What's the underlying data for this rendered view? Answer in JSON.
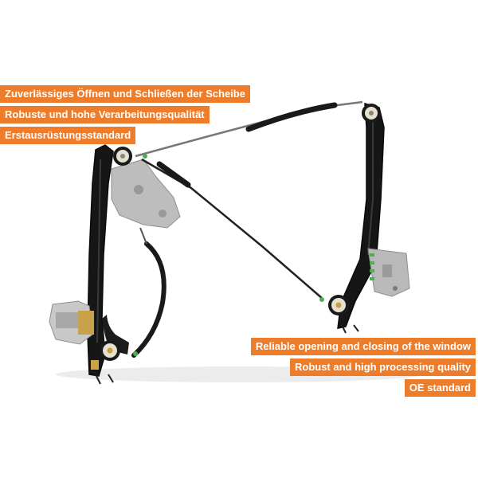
{
  "labels_de": [
    "Zuverlässiges Öffnen und Schließen der Scheibe",
    "Robuste und hohe Verarbeitungsqualität",
    "Erstausrüstungsstandard"
  ],
  "labels_en": [
    "Reliable opening and closing of the window",
    "Robust and high processing quality",
    "OE standard"
  ],
  "colors": {
    "tag_background": "#ee7d2b",
    "tag_text": "#ffffff",
    "rail": "#151515",
    "cable": "#6b6b6b",
    "bracket": "#b8b8b8",
    "pulley": "#e8e3d6"
  }
}
